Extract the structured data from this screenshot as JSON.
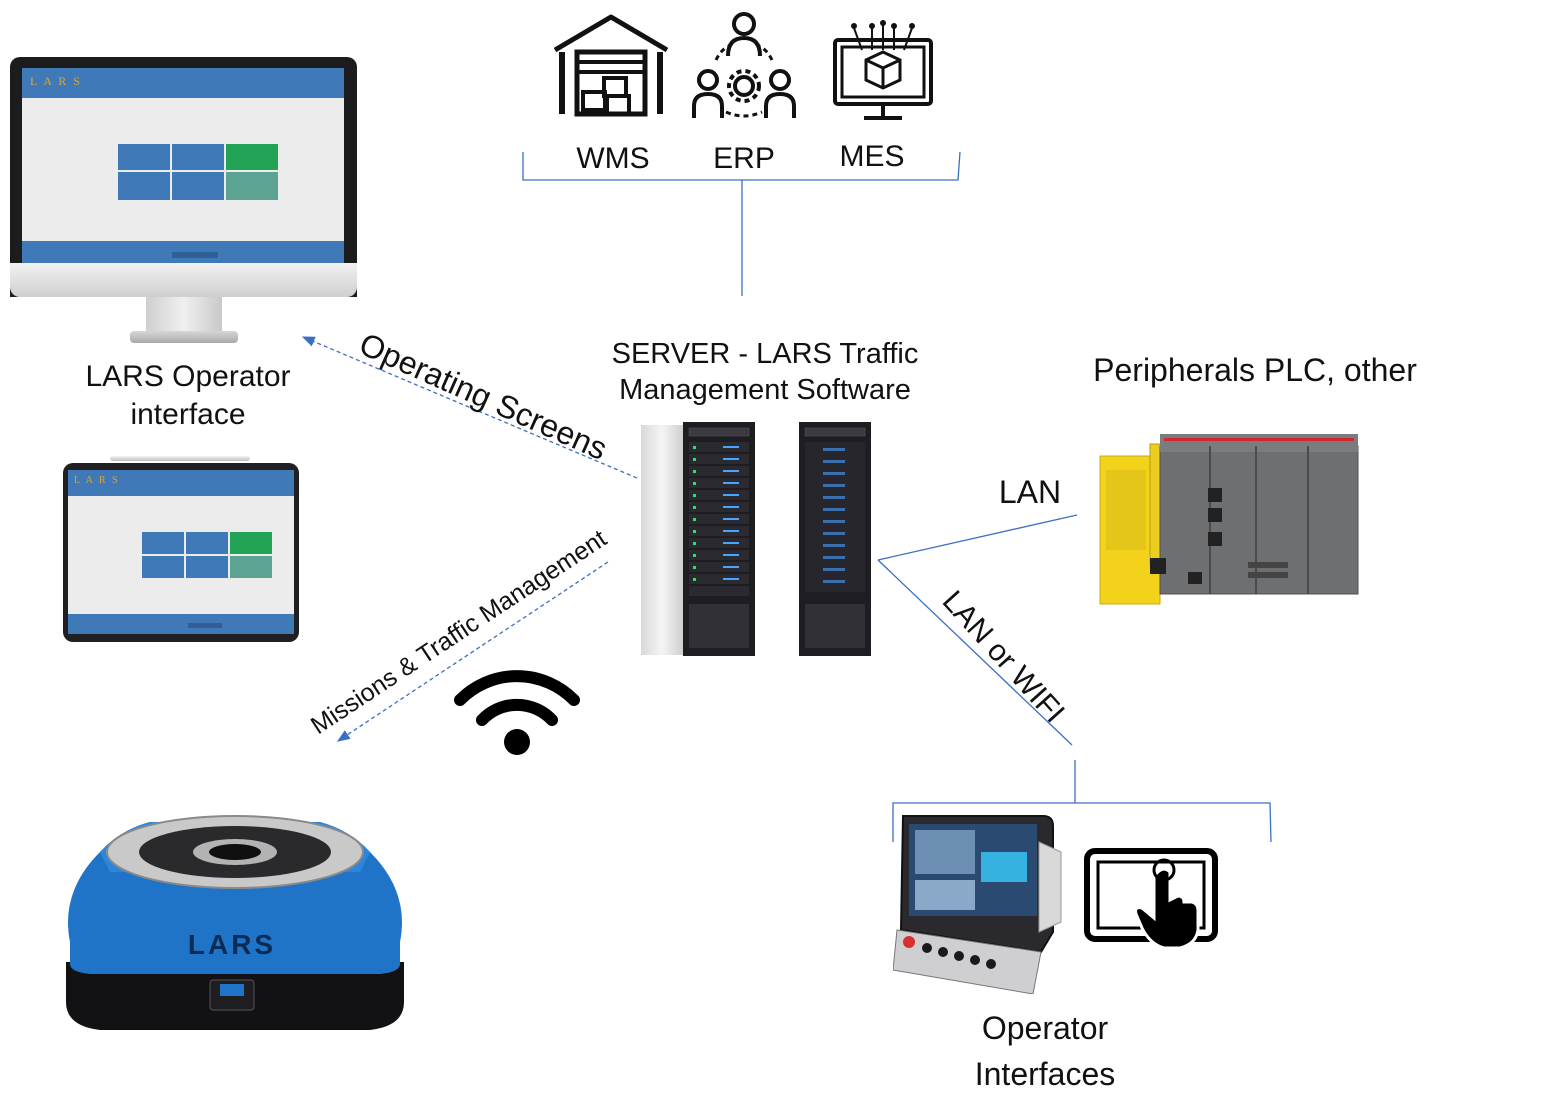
{
  "top_systems": [
    {
      "label": "WMS",
      "icon": "warehouse-icon"
    },
    {
      "label": "ERP",
      "icon": "people-gear-icon"
    },
    {
      "label": "MES",
      "icon": "computer-box-icon"
    }
  ],
  "server": {
    "line1": "SERVER - LARS Traffic",
    "line2": "Management Software"
  },
  "operator_interface": {
    "line1": "LARS Operator",
    "line2": "interface",
    "screen_logo": "L A R S"
  },
  "peripherals": {
    "title": "Peripherals PLC, other"
  },
  "connections": {
    "operating_screens": "Operating Screens",
    "missions": "Missions & Traffic Management",
    "lan": "LAN",
    "lan_or_wifi": "LAN or WIFI"
  },
  "operator_interfaces": {
    "line1": "Operator",
    "line2": "Interfaces"
  },
  "robot": {
    "brand": "LARS"
  },
  "colors": {
    "connector": "#3a6fc4",
    "app_blue": "#3f79b8",
    "app_green": "#22a355",
    "app_teal": "#5da394",
    "robot_blue": "#1f74c8"
  }
}
